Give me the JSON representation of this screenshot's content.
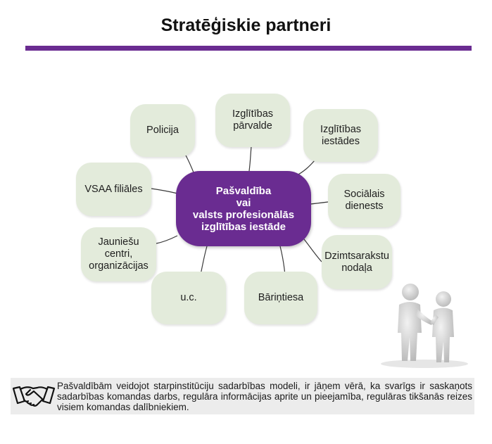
{
  "title": "Stratēģiskie partneri",
  "colors": {
    "accent": "#6a2c91",
    "node_fill": "#e3ebdb",
    "footer_bg": "#ececec"
  },
  "center": {
    "label": "Pašvaldība\nvai\nvalsts profesionālās\nizglītības iestāde"
  },
  "nodes": [
    {
      "label": "Policija"
    },
    {
      "label": "Izglītības\npārvalde"
    },
    {
      "label": "Izglītības\niestādes"
    },
    {
      "label": "VSAA filiāles"
    },
    {
      "label": "Sociālais\ndienests"
    },
    {
      "label": "Jauniešu\ncentri,\norganizācijas"
    },
    {
      "label": "Dzimtsarakstu\nnodaļa"
    },
    {
      "label": "u.c."
    },
    {
      "label": "Bāriņtiesa"
    }
  ],
  "footer": {
    "icon": "handshake-icon",
    "text": "Pašvaldībām veidojot starpinstitūciju sadarbības modeli, ir jāņem vērā, ka svarīgs ir saskaņots sadarbības komandas darbs, regulāra informācijas aprite un pieejamība, regulāras tikšanās reizes visiem komandas dalībniekiem."
  }
}
